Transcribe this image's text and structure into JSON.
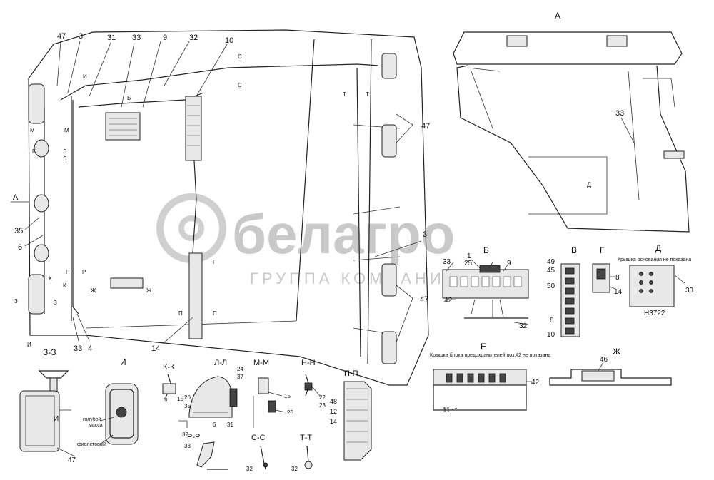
{
  "watermark": {
    "brand": "белагро",
    "subtitle": "ГРУППА КОМПАНИЙ"
  },
  "main_view": {
    "callouts": [
      "47",
      "3",
      "31",
      "33",
      "9",
      "32",
      "10"
    ],
    "left_callouts": [
      "35",
      "6",
      "33",
      "4",
      "14"
    ],
    "right_callouts": [
      "47",
      "3",
      "47"
    ],
    "section_marks": [
      "С",
      "С",
      "Т",
      "Т",
      "И",
      "И",
      "М",
      "М",
      "Г",
      "Г",
      "Л",
      "Л",
      "Р",
      "Р",
      "К",
      "К",
      "З",
      "З",
      "Ж",
      "Ж",
      "П",
      "П",
      "Б"
    ],
    "view_label_a": "А"
  },
  "view_a": {
    "label": "А",
    "callouts": [
      "33",
      "Д"
    ]
  },
  "view_b": {
    "label": "Б",
    "callouts": [
      "1",
      "25",
      "9",
      "33",
      "42",
      "32"
    ]
  },
  "view_v": {
    "label": "В",
    "callouts": [
      "49",
      "45",
      "50",
      "8",
      "10"
    ]
  },
  "view_g": {
    "label": "Г",
    "callouts": [
      "8",
      "14"
    ]
  },
  "view_d": {
    "label": "Д",
    "note": "Крышка основания не показана",
    "callouts": [
      "33"
    ],
    "part_code": "Н3722"
  },
  "view_e": {
    "label": "Е",
    "note": "Крышка блока предохранителей поз.42 не показана",
    "callouts": [
      "42",
      "11"
    ]
  },
  "view_zh": {
    "label": "Ж",
    "callouts": [
      "46"
    ]
  },
  "section_zz": {
    "label": "З-З",
    "callouts": [
      "И",
      "47"
    ]
  },
  "view_i": {
    "label": "И",
    "wire_labels": [
      "голубой",
      "масса",
      "фиолетовый"
    ]
  },
  "section_kk": {
    "label": "К-К",
    "callouts": [
      "6",
      "15"
    ]
  },
  "section_ll": {
    "label": "Л-Л",
    "callouts": [
      "24",
      "37",
      "20",
      "35",
      "6",
      "31"
    ]
  },
  "section_mm": {
    "label": "М-М",
    "callouts": [
      "15",
      "20"
    ]
  },
  "section_nn": {
    "label": "Н-Н",
    "callouts": [
      "22",
      "23"
    ]
  },
  "section_pp": {
    "label": "П-П",
    "callouts": [
      "48",
      "12",
      "14"
    ]
  },
  "section_rr": {
    "label": "Р-Р",
    "callouts": [
      "32",
      "33"
    ]
  },
  "section_ss": {
    "label": "С-С",
    "callouts": [
      "32"
    ]
  },
  "section_tt": {
    "label": "Т-Т",
    "callouts": [
      "32"
    ]
  }
}
